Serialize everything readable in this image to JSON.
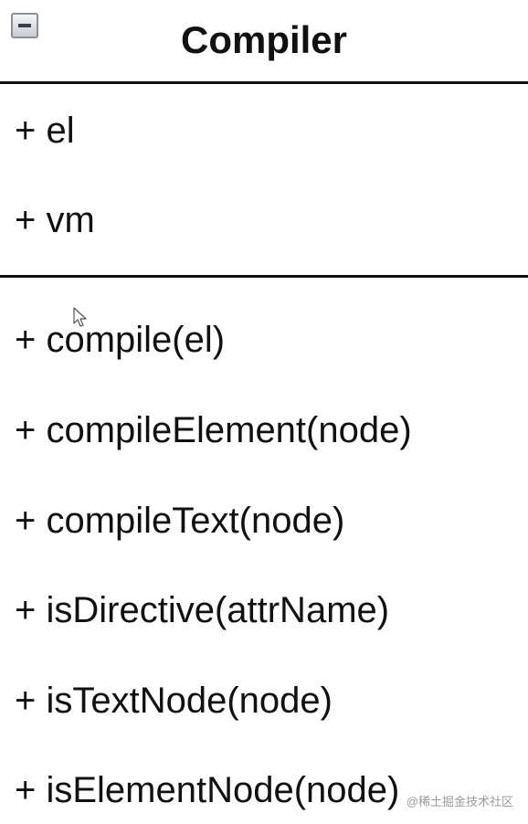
{
  "class": {
    "name": "Compiler",
    "collapse_icon": "minus-square-icon"
  },
  "attributes": [
    "+ el",
    "+ vm"
  ],
  "methods": [
    "+ compile(el)",
    "+ compileElement(node)",
    "+ compileText(node)",
    "+ isDirective(attrName)",
    "+ isTextNode(node)",
    "+ isElementNode(node)"
  ],
  "watermark": "@稀土掘金技术社区"
}
